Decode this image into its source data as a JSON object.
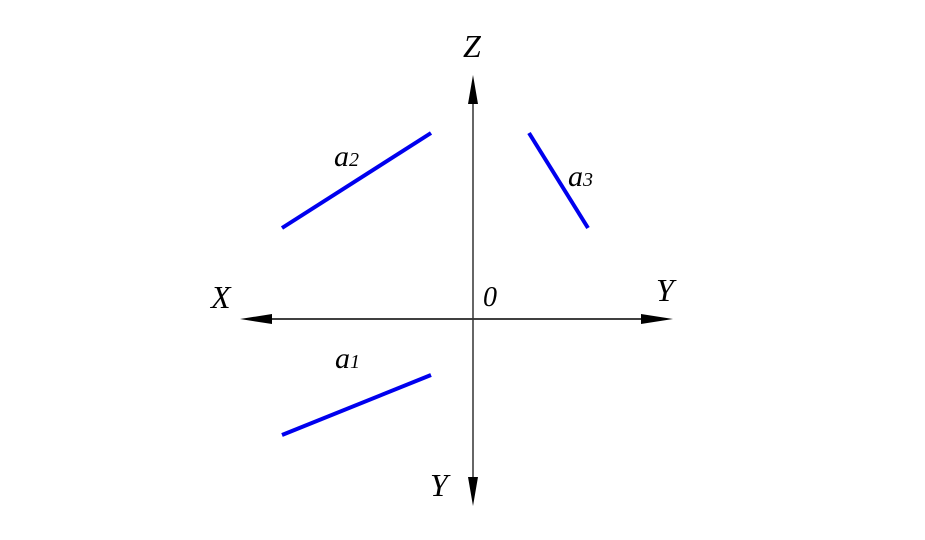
{
  "axes": {
    "z_label": "Z",
    "x_label": "X",
    "y_right_label": "Y",
    "y_down_label": "Y",
    "origin_label": "0"
  },
  "segments": [
    {
      "name": "a",
      "subscript": "1",
      "color": "#0000ee"
    },
    {
      "name": "a",
      "subscript": "2",
      "color": "#0000ee"
    },
    {
      "name": "a",
      "subscript": "3",
      "color": "#0000ee"
    }
  ]
}
